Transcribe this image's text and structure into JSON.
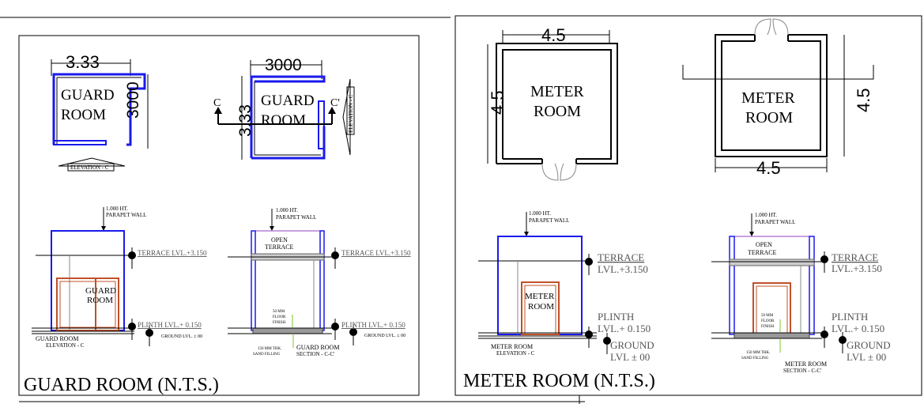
{
  "guard_room": {
    "plan_a": {
      "label_line1": "GUARD",
      "label_line2": "ROOM",
      "dim_top": "3.33",
      "dim_right": "3000",
      "elevation_tag": "ELEVATION - C"
    },
    "plan_b": {
      "label_line1": "GUARD",
      "label_line2": "ROOM",
      "dim_top": "3000",
      "dim_left": "3.33",
      "section_mark_left": "C",
      "section_mark_right": "C'",
      "elevation_tag": "ELEVATION - C"
    },
    "elevation": {
      "parapet_line1": "1.000 HT.",
      "parapet_line2": "PARAPET WALL",
      "terrace": "TERRACE  LVL.+3.150",
      "plinth": "PLINTH  LVL.+ 0.150",
      "ground": "GROUND LVL. ± 00",
      "door_line1": "GUARD",
      "door_line2": "ROOM",
      "caption_line1": "GUARD ROOM",
      "caption_line2": "ELEVATION - C"
    },
    "section": {
      "parapet_line1": "1.000 HT.",
      "parapet_line2": "PARAPET WALL",
      "open_terrace_line1": "OPEN",
      "open_terrace_line2": "TERRACE",
      "terrace": "TERRACE  LVL.+3.150",
      "plinth": "PLINTH  LVL.+ 0.150",
      "ground": "GROUND LVL. ± 00",
      "floor_line1": "50 MM",
      "floor_line2": "FLOOR",
      "floor_line3": "FINISH",
      "sand_line1": "150 MM THK.",
      "sand_line2": "SAND FILLING",
      "caption_line1": "GUARD ROOM",
      "caption_line2": "SECTION - C-C'"
    },
    "title": "GUARD ROOM (N.T.S.)"
  },
  "meter_room": {
    "plan_a": {
      "label_line1": "METER",
      "label_line2": "ROOM",
      "dim_top": "4.5",
      "dim_left": "4.5"
    },
    "plan_b": {
      "label_line1": "METER",
      "label_line2": "ROOM",
      "dim_bottom": "4.5",
      "dim_right": "4.5"
    },
    "elevation": {
      "parapet_line1": "1.000 HT.",
      "parapet_line2": "PARAPET WALL",
      "terrace_line1": "TERRACE",
      "terrace_line2": "LVL.+3.150",
      "plinth_line1": "PLINTH",
      "plinth_line2": "LVL.+ 0.150",
      "ground_line1": "GROUND",
      "ground_line2": "LVL  ± 00",
      "door_line1": "METER",
      "door_line2": "ROOM",
      "caption_line1": "METER ROOM",
      "caption_line2": "ELEVATION - C"
    },
    "section": {
      "parapet_line1": "1.000 HT.",
      "parapet_line2": "PARAPET WALL",
      "open_terrace_line1": "OPEN",
      "open_terrace_line2": "TERRACE",
      "terrace_line1": "TERRACE",
      "terrace_line2": "LVL.+3.150",
      "plinth_line1": "PLINTH",
      "plinth_line2": "LVL.+ 0.150",
      "ground_line1": "GROUND",
      "ground_line2": "LVL  ± 00",
      "floor_line1": "50 MM",
      "floor_line2": "FLOOR",
      "floor_line3": "FINISH",
      "sand_line1": "150 MM THK.",
      "sand_line2": "SAND FILLING",
      "caption_line1": "METER ROOM",
      "caption_line2": "SECTION - C-C'"
    },
    "title": "METER ROOM (N.T.S.)"
  },
  "colors": {
    "wall_blue": "#1a1aee",
    "door_brown": "#c0502a",
    "annotation_green": "#7cc425"
  }
}
